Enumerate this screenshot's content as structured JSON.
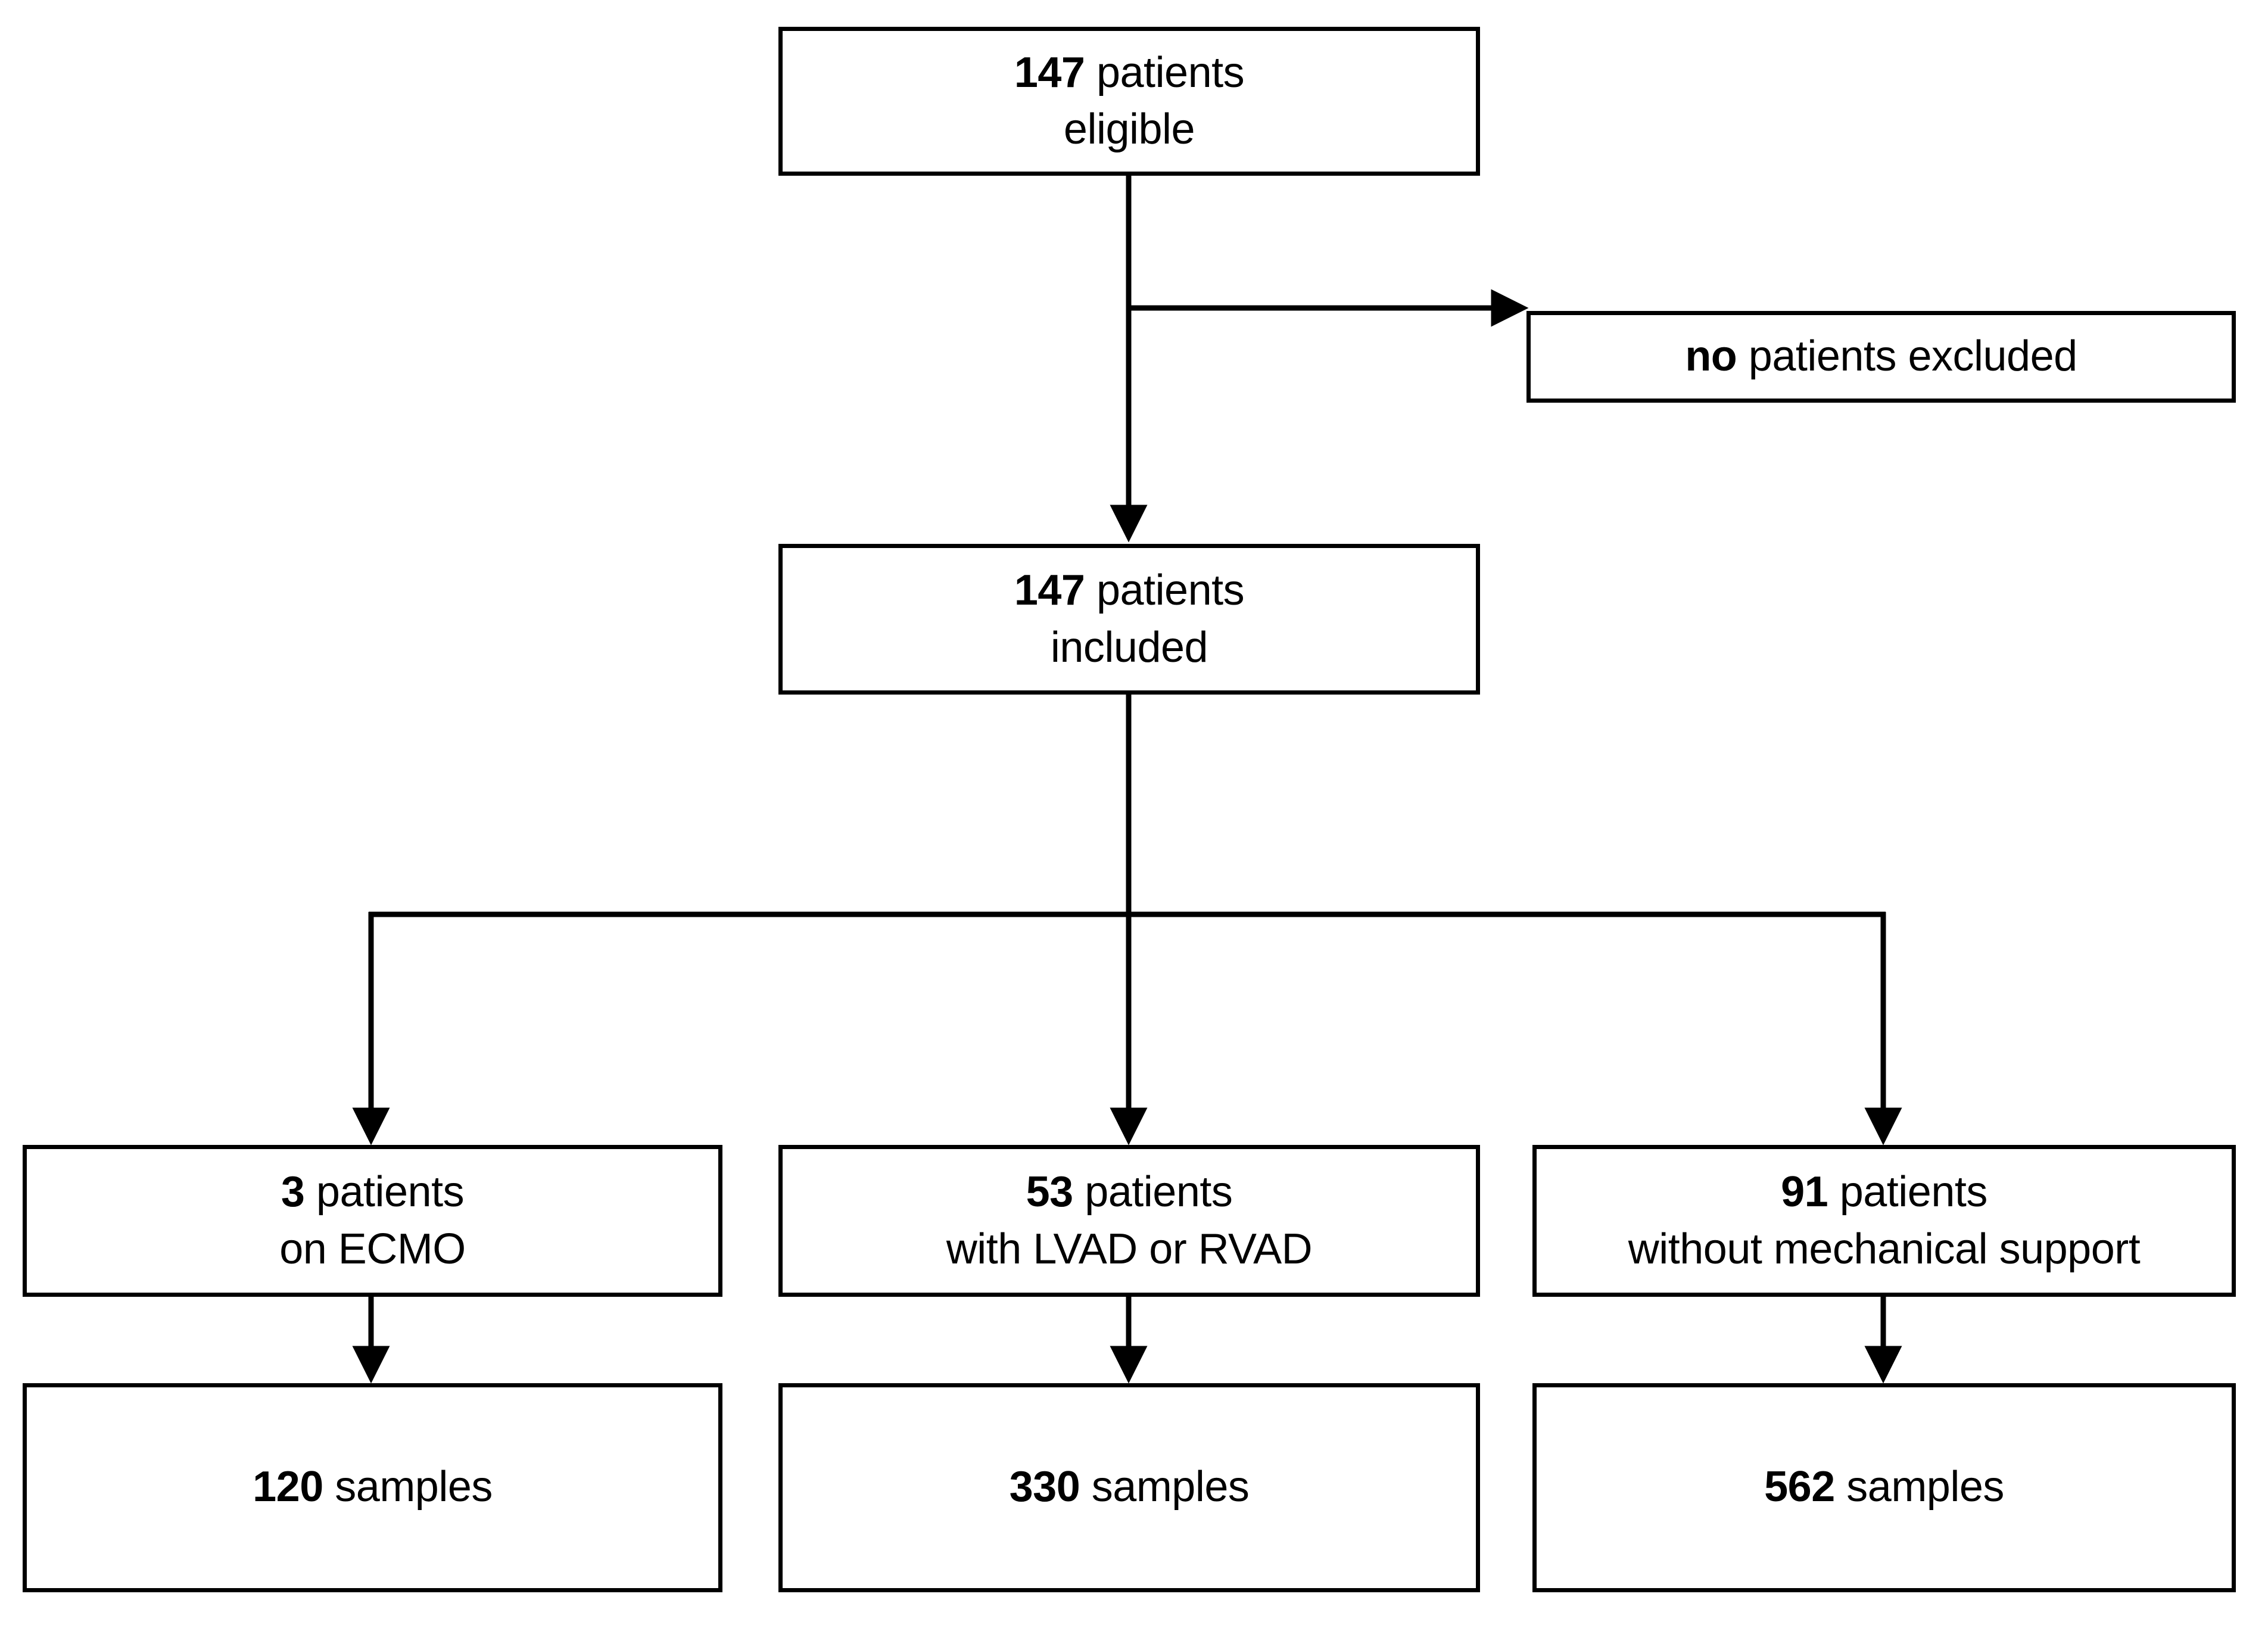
{
  "diagram": {
    "type": "flowchart",
    "title": "Patient and sample inclusion flowchart",
    "colors": {
      "background": "#ffffff",
      "stroke": "#000000",
      "text": "#000000"
    },
    "nodes": {
      "eligible": {
        "num": "147",
        "line1_rest": " patients",
        "line2": "eligible"
      },
      "excluded": {
        "num": "no",
        "line1_rest": " patients excluded"
      },
      "included": {
        "num": "147",
        "line1_rest": " patients",
        "line2": "included"
      },
      "ecmo": {
        "num": "3",
        "line1_rest": " patients",
        "line2": "on ECMO"
      },
      "vad": {
        "num": "53",
        "line1_rest": " patients",
        "line2": "with LVAD or RVAD"
      },
      "nosupport": {
        "num": "91",
        "line1_rest": " patients",
        "line2": "without mechanical support"
      },
      "ecmo_samples": {
        "num": "120",
        "line1_rest": " samples"
      },
      "vad_samples": {
        "num": "330",
        "line1_rest": " samples"
      },
      "nosupport_samples": {
        "num": "562",
        "line1_rest": " samples"
      }
    }
  }
}
